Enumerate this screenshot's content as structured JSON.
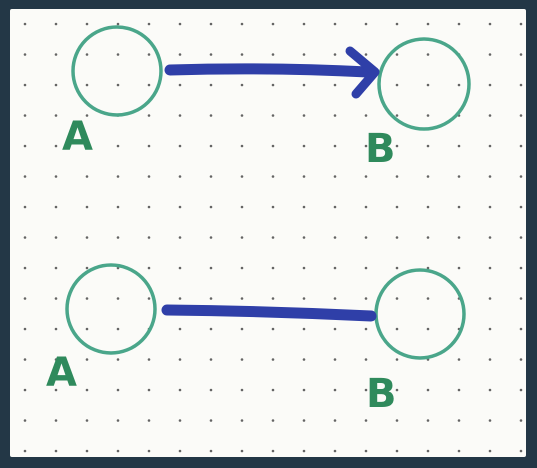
{
  "diagrams": [
    {
      "kind": "directed",
      "source_label": "A",
      "target_label": "B"
    },
    {
      "kind": "undirected",
      "source_label": "A",
      "target_label": "B"
    }
  ],
  "colors": {
    "frame": "#233746",
    "paper": "#fbfbf8",
    "dots": "#4a4a4a",
    "node_stroke": "#4aa68a",
    "node_label": "#2f8a5c",
    "edge": "#2f3fa8"
  }
}
